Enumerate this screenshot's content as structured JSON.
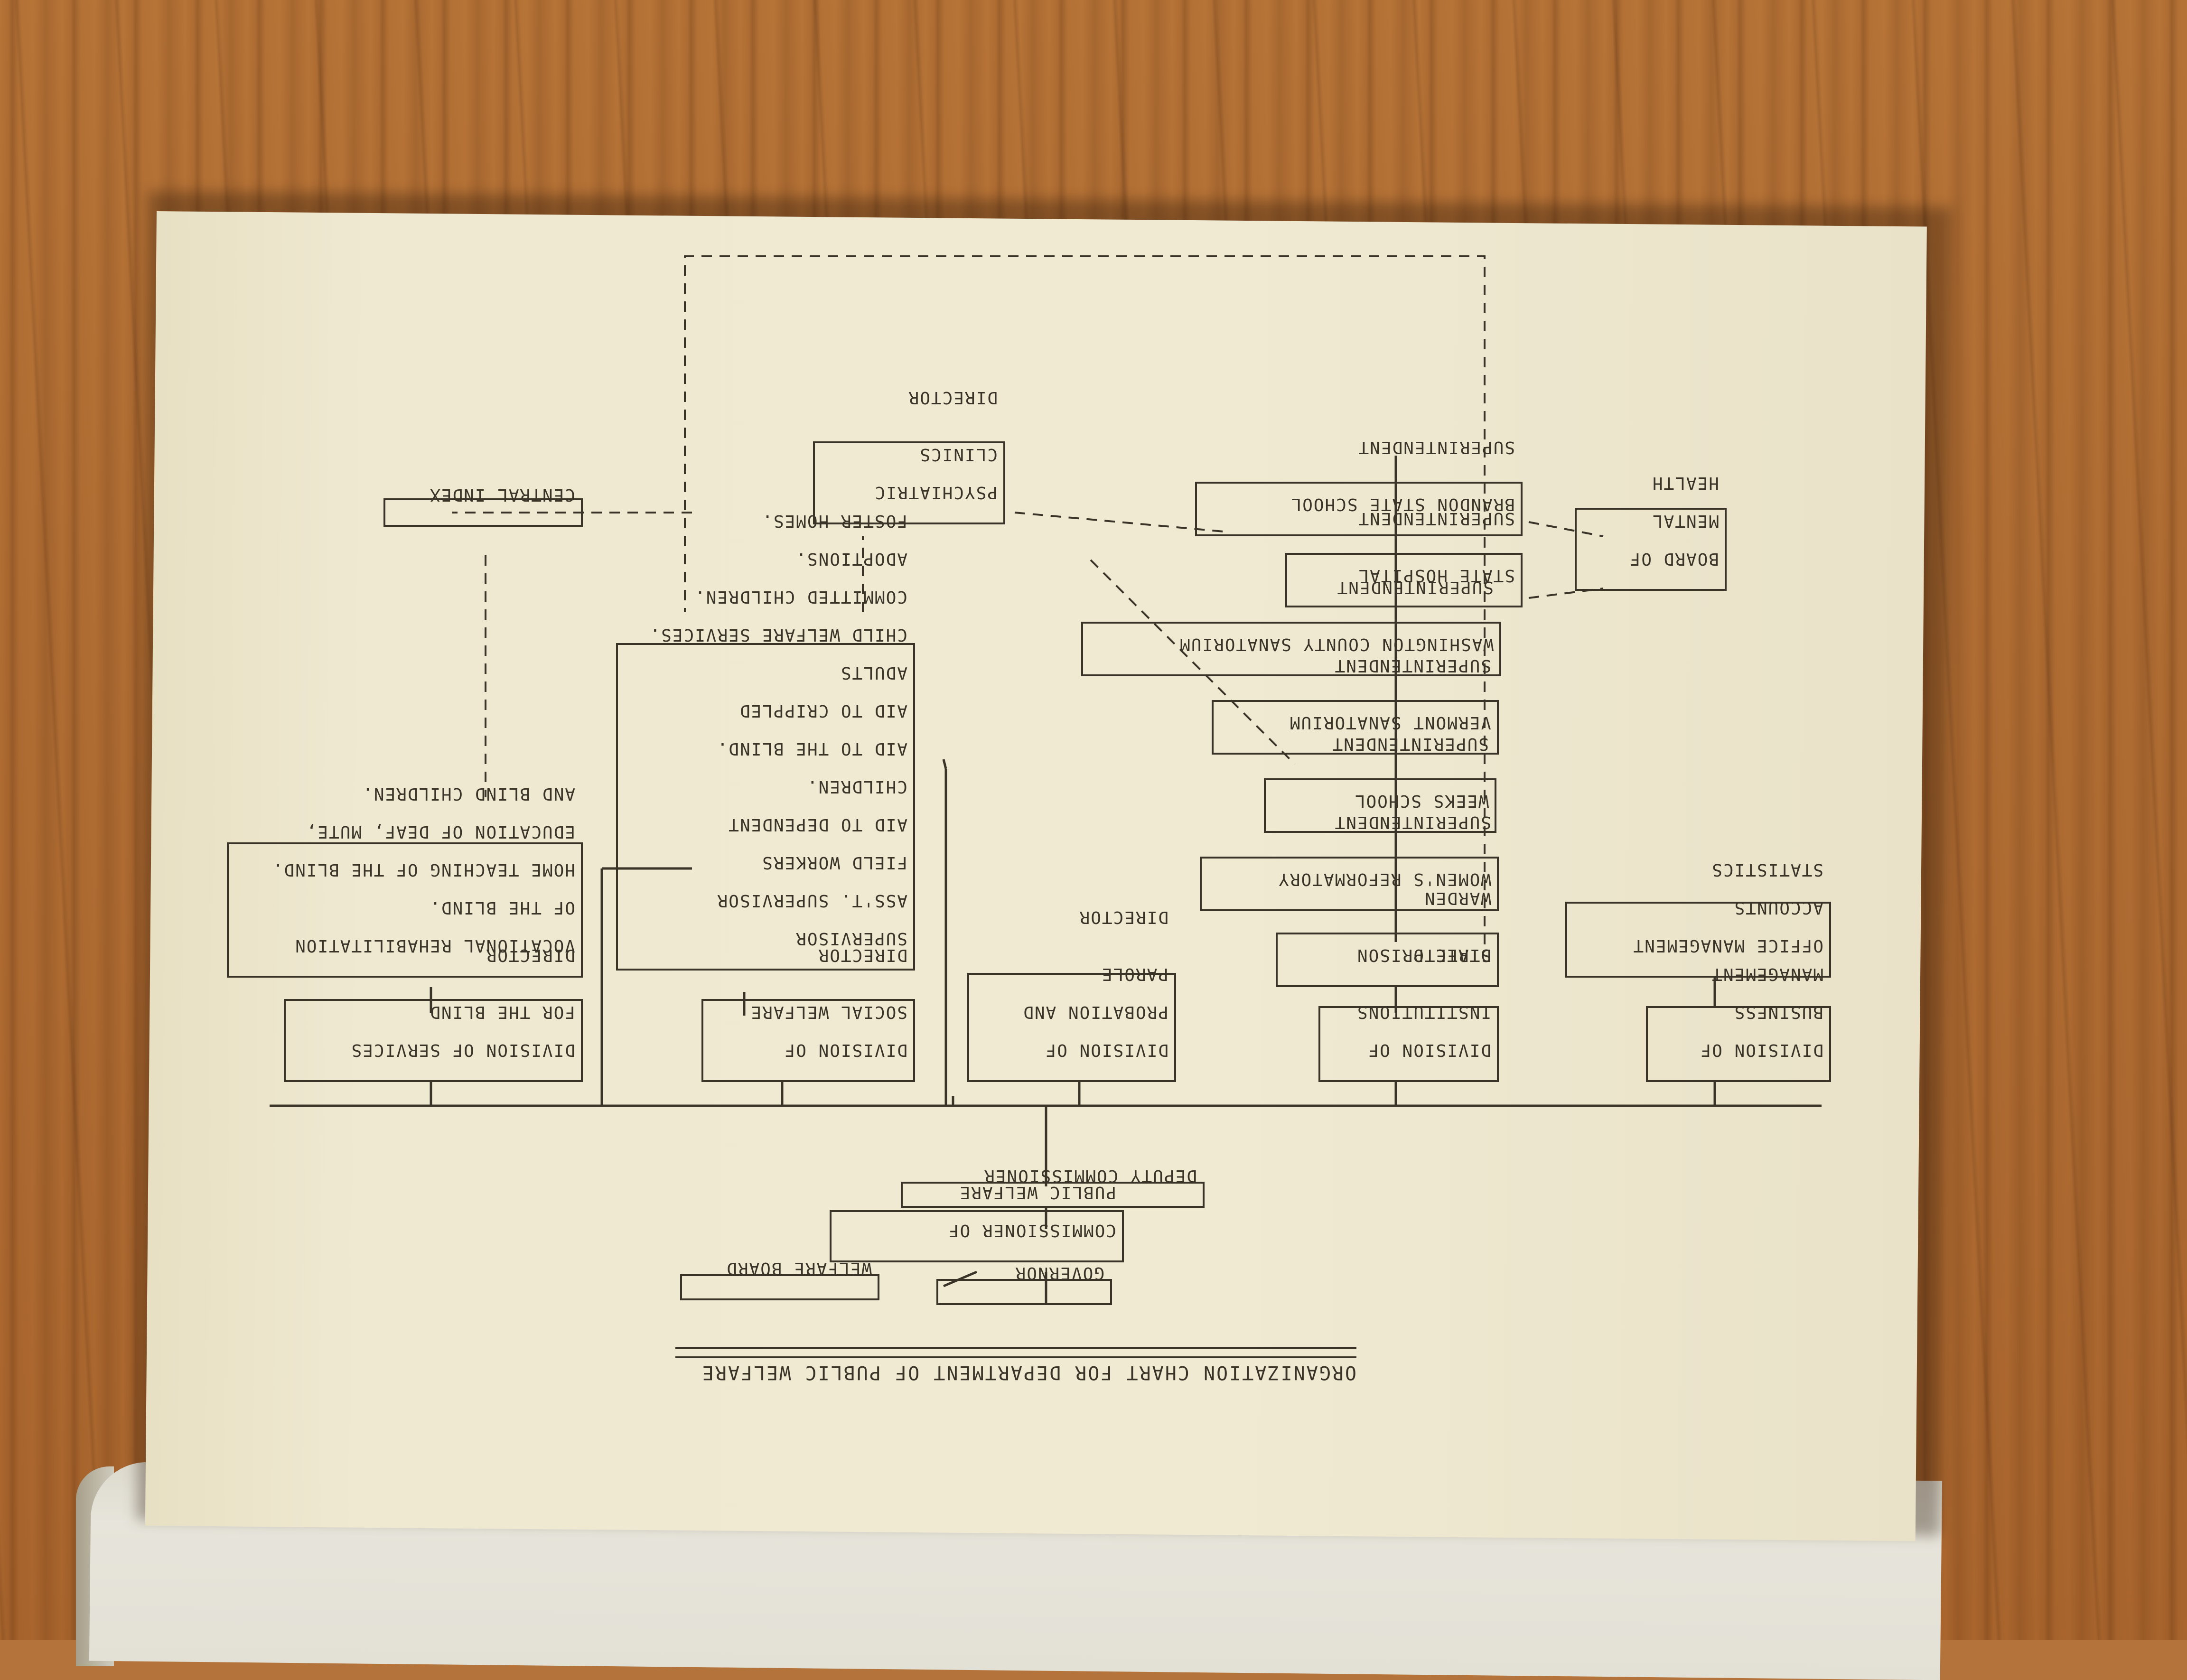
{
  "chart": {
    "title": "ORGANIZATION CHART FOR DEPARTMENT OF PUBLIC WELFARE",
    "nodes": {
      "governor": "GOVERNOR",
      "welfare_board": "WELFARE BOARD",
      "commissioner": [
        "COMMISSIONER OF",
        "PUBLIC WELFARE"
      ],
      "deputy": "DEPUTY COMMISSIONER",
      "div_business": [
        "DIVISION OF",
        "BUSINESS",
        "MANAGEMENT"
      ],
      "office_management": [
        "OFFICE MANAGEMENT",
        "ACCOUNTS",
        "STATISTICS"
      ],
      "div_institutions": [
        "DIVISION OF",
        "INSTITUTIONS",
        "DIRECTOR"
      ],
      "state_prison": [
        "STATE PRISON",
        "WARDEN"
      ],
      "womens_reformatory": [
        "WOMEN'S REFORMATORY",
        "SUPERINTENDENT"
      ],
      "weeks_school": [
        "WEEKS SCHOOL",
        "SUPERINTENDENT"
      ],
      "vermont_sanatorium": [
        "VERMONT SANATORIUM",
        "SUPERINTENDENT"
      ],
      "washington_county": [
        "WASHINGTON COUNTY SANATORIUM",
        "SUPERINTENDENT"
      ],
      "state_hospital": [
        "STATE HOSPITAL",
        "SUPERINTENDENT"
      ],
      "brandon": [
        "BRANDON STATE SCHOOL",
        "SUPERINTENDENT"
      ],
      "board_mental_health": [
        "BOARD OF",
        "MENTAL",
        "HEALTH"
      ],
      "div_probation": [
        "DIVISION OF",
        "PROBATION AND",
        "PAROLE",
        "DIRECTOR"
      ],
      "div_social": [
        "DIVISION OF",
        "SOCIAL WELFARE",
        "DIRECTOR"
      ],
      "social_functions": [
        "SUPERVISOR",
        "ASS'T. SUPERVISOR",
        "FIELD WORKERS",
        "AID TO DEPENDENT",
        "CHILDREN.",
        "AID TO THE BLIND.",
        "AID TO CRIPPLED",
        "ADULTS",
        "CHILD WELFARE SERVICES.",
        "COMMITTED CHILDREN.",
        "ADOPTIONS.",
        "FOSTER HOMES."
      ],
      "psychiatric": [
        "PSYCHIATRIC",
        "CLINICS",
        "DIRECTOR"
      ],
      "central_index": "CENTRAL INDEX",
      "div_blind": [
        "DIVISION OF SERVICES",
        "FOR THE BLIND",
        "DIRECTOR"
      ],
      "blind_functions": [
        "VOCATIONAL REHABILITATION",
        "OF THE BLIND.",
        "HOME TEACHING OF THE BLIND.",
        "EDUCATION OF DEAF, MUTE,",
        "AND BLIND CHILDREN."
      ]
    }
  }
}
